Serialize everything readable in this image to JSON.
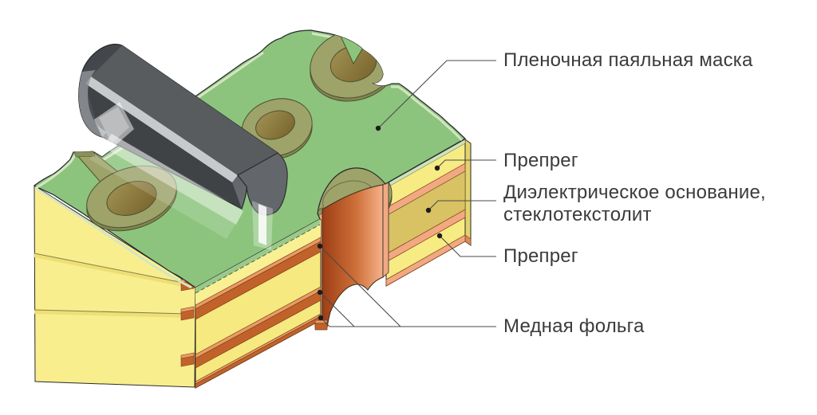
{
  "labels": {
    "solder_mask": {
      "text": "Пленочная паяльная маска"
    },
    "prepreg_top": {
      "text": "Препрег"
    },
    "dielectric": {
      "text": "Диэлектрическое основание, стеклотекстолит"
    },
    "prepreg_bottom": {
      "text": "Препрег"
    },
    "copper_foil": {
      "text": "Медная фольга"
    }
  },
  "colors": {
    "background": "#ffffff",
    "solder_mask_green": "#8cc47d",
    "mask_edge_light": "#d5e5c3",
    "pad_olive": "#9da369",
    "pad_olive_dark": "#7f8551",
    "pad_hole_brown": "#85713a",
    "prepreg_yellow": "#f7eb84",
    "prepreg_yellow_light": "#f8ee8e",
    "core_tan": "#d8c263",
    "copper_dark": "#c2622b",
    "copper_bevel": "#e99b63",
    "copper_salmon": "#f2a982",
    "squeegee_gray": "#55585b",
    "squeegee_stripe": "#c7cacc",
    "film_white": "#ffffff",
    "leader_line": "#4a4a4a",
    "label_text": "#3b3b3b"
  }
}
